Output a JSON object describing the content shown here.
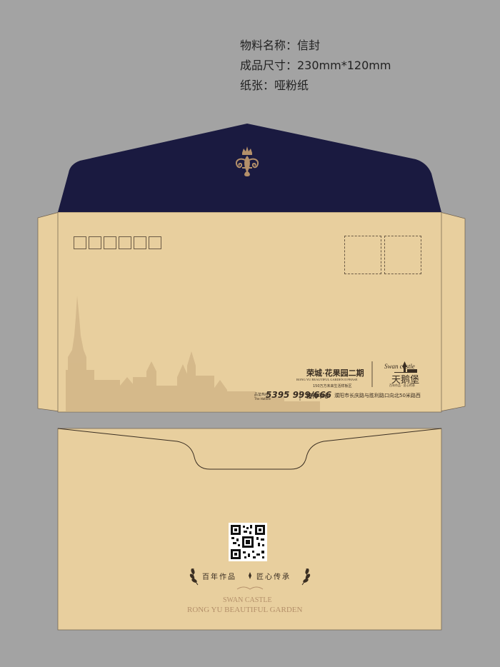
{
  "spec": {
    "name_line": "物料名称：信封",
    "size_line": "成品尺寸：230mm*120mm",
    "paper_line": "纸张：哑粉纸"
  },
  "colors": {
    "background": "#a3a3a3",
    "flap_navy": "#1a1a40",
    "kraft": "#e8cf9e",
    "gold": "#b4906a",
    "dark_text": "#3a2e22"
  },
  "front": {
    "project_name": "荣城·花果园二期",
    "project_name_en": "RONG YU BEAUTIFUL GARDEN II PHASE",
    "project_slogan": "150万方未来生活样板区",
    "hotline_label": "品鉴热线",
    "hotline_label_en": "The Hotline",
    "hotline": "5395 999/666",
    "reception": "接待中心",
    "address": "濮阳市长庆路与胜利路口向北50米路西",
    "brand_script": "Swan castle",
    "brand_name": "天鹅堡",
    "brand_slogan": "百年作品 · 匠心传承"
  },
  "back": {
    "motto_left": "百年作品",
    "motto_right": "匠心传承",
    "en_line1": "SWAN CASTLE",
    "en_line2": "RONG YU BEAUTIFUL GARDEN"
  },
  "icons": [
    "fleur-de-lis-icon",
    "castle-skyline-icon",
    "qr-code-icon",
    "laurel-icon"
  ]
}
